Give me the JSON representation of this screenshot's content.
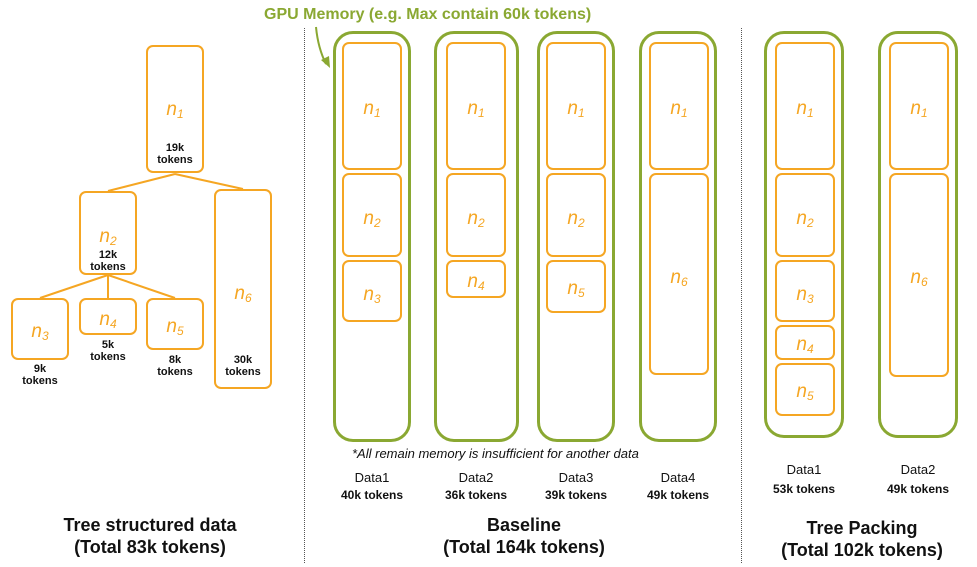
{
  "gpu_label": "GPU Memory (e.g. Max contain 60k tokens)",
  "note": "*All remain memory is insufficient for another data",
  "tree": {
    "nodes": [
      {
        "label": "n",
        "sub": "1",
        "tokens": "19k\ntokens"
      },
      {
        "label": "n",
        "sub": "2",
        "tokens": "12k\ntokens"
      },
      {
        "label": "n",
        "sub": "3",
        "tokens": "9k\ntokens"
      },
      {
        "label": "n",
        "sub": "4",
        "tokens": "5k\ntokens"
      },
      {
        "label": "n",
        "sub": "5",
        "tokens": "8k\ntokens"
      },
      {
        "label": "n",
        "sub": "6",
        "tokens": "30k\ntokens"
      }
    ],
    "title": "Tree structured data",
    "total": "(Total 83k tokens)"
  },
  "baseline": {
    "title": "Baseline",
    "total": "(Total 164k tokens)",
    "data": [
      {
        "name": "Data1",
        "tokens": "40k tokens",
        "nodes": [
          "1",
          "2",
          "3"
        ]
      },
      {
        "name": "Data2",
        "tokens": "36k tokens",
        "nodes": [
          "1",
          "2",
          "4"
        ]
      },
      {
        "name": "Data3",
        "tokens": "39k tokens",
        "nodes": [
          "1",
          "2",
          "5"
        ]
      },
      {
        "name": "Data4",
        "tokens": "49k tokens",
        "nodes": [
          "1",
          "6"
        ]
      }
    ]
  },
  "packing": {
    "title": "Tree Packing",
    "total": "(Total 102k tokens)",
    "data": [
      {
        "name": "Data1",
        "tokens": "53k tokens",
        "nodes": [
          "1",
          "2",
          "3",
          "4",
          "5"
        ]
      },
      {
        "name": "Data2",
        "tokens": "49k tokens",
        "nodes": [
          "1",
          "6"
        ]
      }
    ]
  },
  "colors": {
    "node": "#f5a623",
    "gpu": "#8aa832",
    "text": "#111111"
  }
}
